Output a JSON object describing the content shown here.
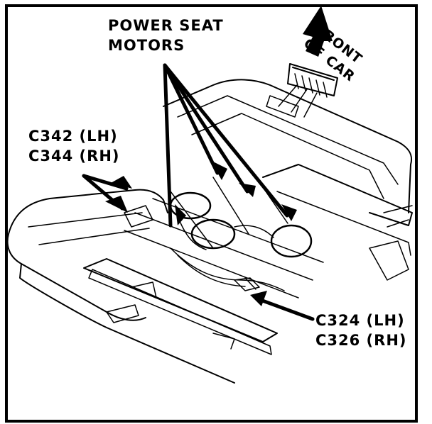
{
  "labels": {
    "power_seat_motors": [
      "POWER SEAT",
      "MOTORS"
    ],
    "front_of_car": [
      "FRONT",
      "OF CAR"
    ],
    "connector_upper": [
      "C342 (LH)",
      "C344 (RH)"
    ],
    "connector_lower": [
      "C324 (LH)",
      "C326 (RH)"
    ]
  },
  "colors": {
    "ink": "#000000",
    "paper": "#ffffff"
  }
}
